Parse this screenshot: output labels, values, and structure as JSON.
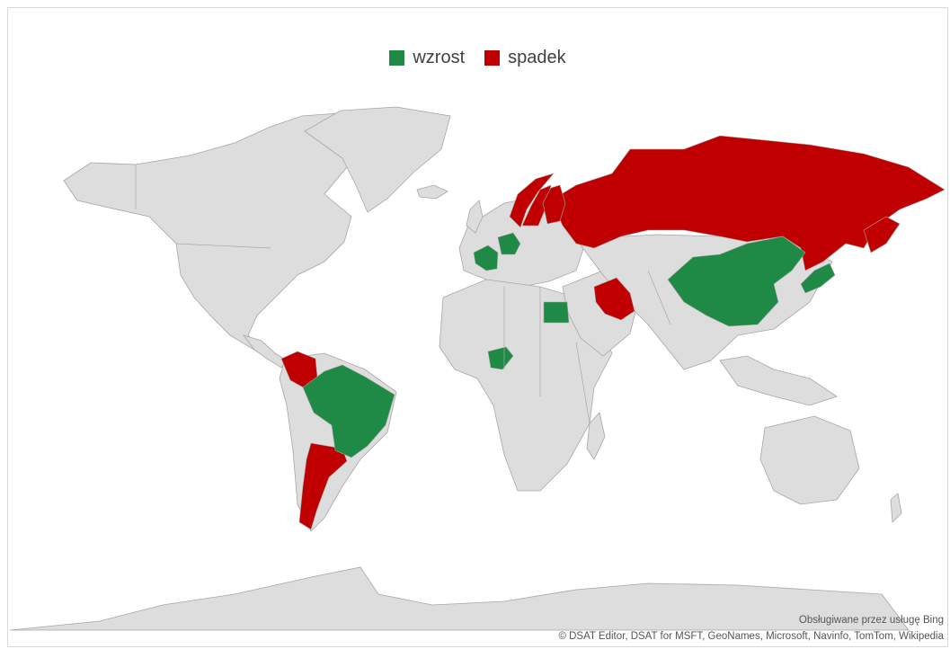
{
  "legend": {
    "items": [
      {
        "label": "wzrost",
        "color": "#1e8a46"
      },
      {
        "label": "spadek",
        "color": "#c00000"
      }
    ]
  },
  "map": {
    "base_color": "#dddddd",
    "border_color": "#a6a6a6",
    "countries": [
      {
        "name": "Russia",
        "category": "spadek"
      },
      {
        "name": "Norway",
        "category": "spadek"
      },
      {
        "name": "Sweden",
        "category": "spadek"
      },
      {
        "name": "Finland",
        "category": "spadek"
      },
      {
        "name": "Iran",
        "category": "spadek"
      },
      {
        "name": "Colombia",
        "category": "spadek"
      },
      {
        "name": "Argentina",
        "category": "spadek"
      },
      {
        "name": "France",
        "category": "wzrost"
      },
      {
        "name": "Germany",
        "category": "wzrost"
      },
      {
        "name": "Egypt",
        "category": "wzrost"
      },
      {
        "name": "Nigeria",
        "category": "wzrost"
      },
      {
        "name": "China",
        "category": "wzrost"
      },
      {
        "name": "Japan",
        "category": "wzrost"
      },
      {
        "name": "Brazil",
        "category": "wzrost"
      }
    ]
  },
  "credits": {
    "line1": "Obsługiwane przez usługę Bing",
    "line2": "© DSAT Editor, DSAT for MSFT, GeoNames, Microsoft, Navinfo, TomTom, Wikipedia"
  }
}
